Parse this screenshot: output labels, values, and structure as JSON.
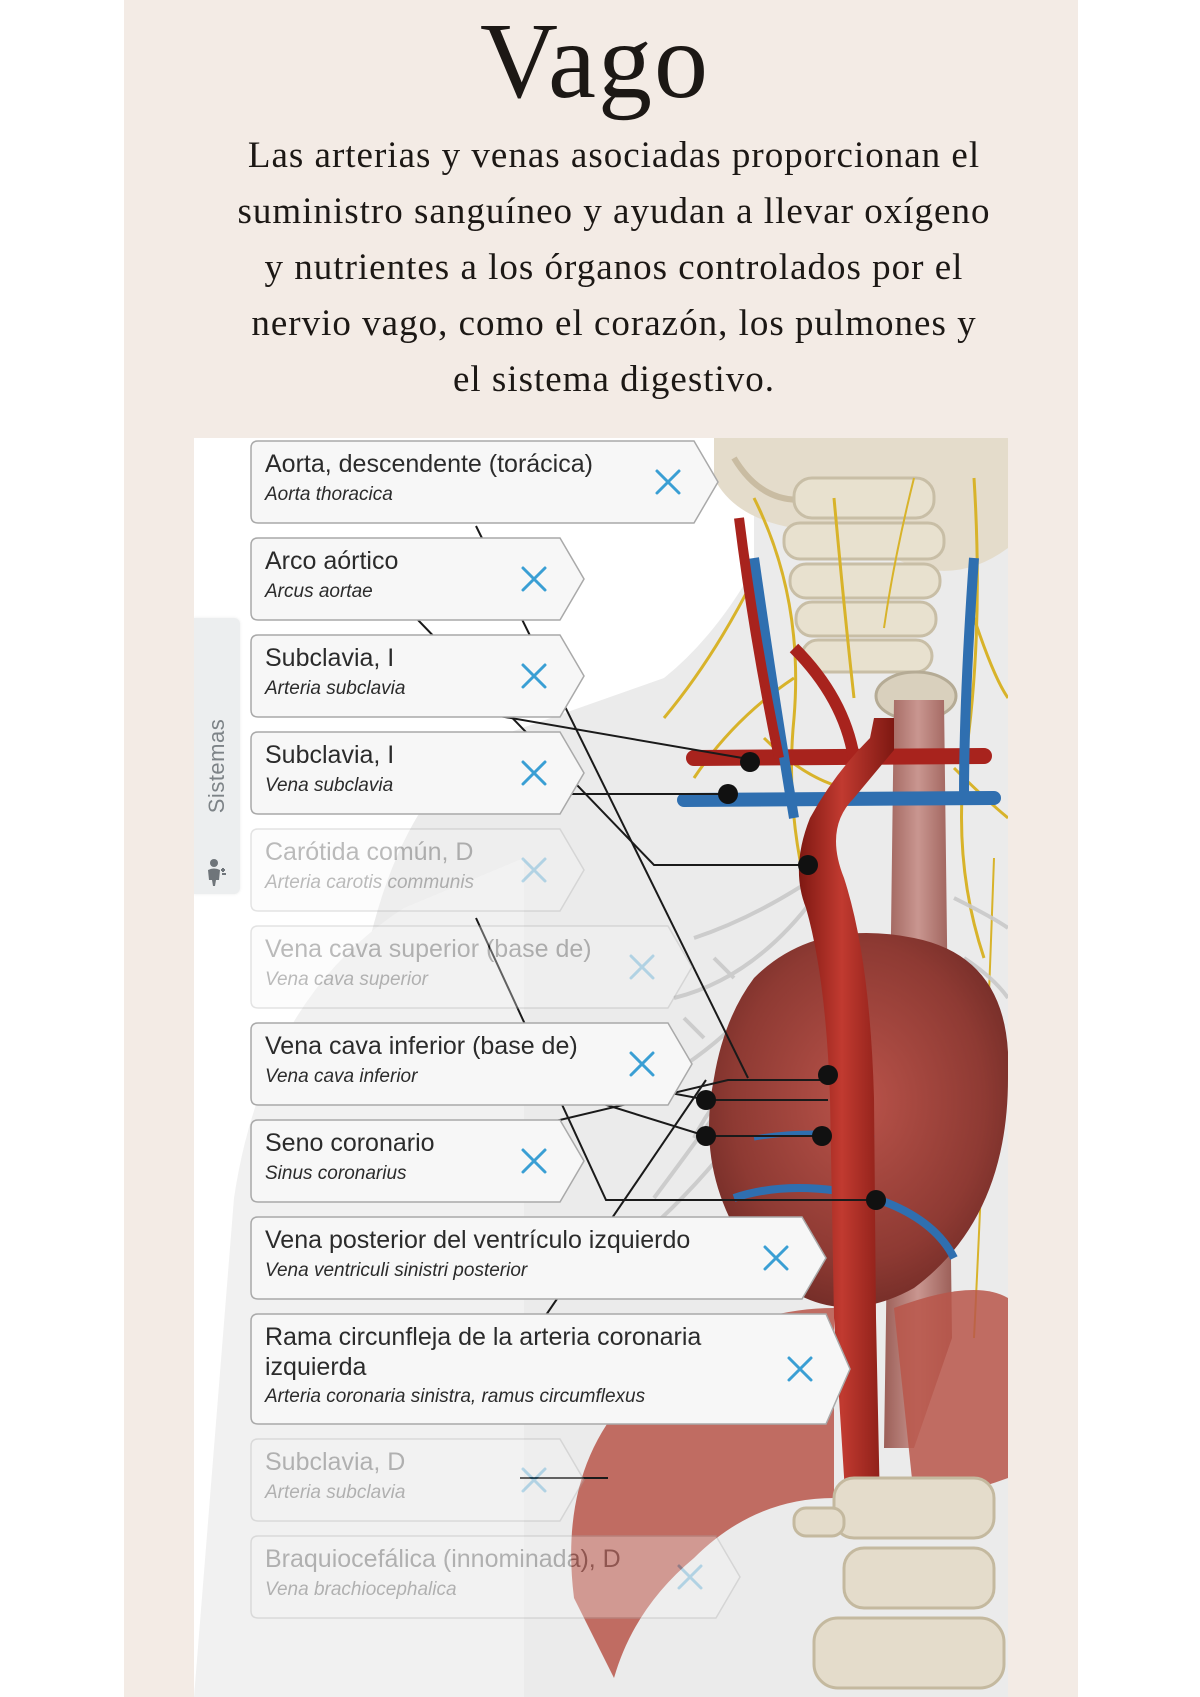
{
  "title": "Vago",
  "subtitle": "Las arterias y venas asociadas proporcionan el suministro sanguíneo y ayudan a llevar oxígeno y nutrientes a los órganos controlados por el nervio vago, como el corazón, los pulmones y el sistema digestivo.",
  "sidebar": {
    "label": "Sistemas",
    "icon": "person-layers-icon"
  },
  "labels": [
    {
      "name": "Aorta, descendente (torácica)",
      "latin": "Aorta thoracica",
      "active": true
    },
    {
      "name": "Arco aórtico",
      "latin": "Arcus aortae",
      "active": true
    },
    {
      "name": "Subclavia, I",
      "latin": "Arteria subclavia",
      "active": true
    },
    {
      "name": "Subclavia, I",
      "latin": "Vena subclavia",
      "active": true
    },
    {
      "name": "Carótida común, D",
      "latin": "Arteria carotis communis",
      "active": false
    },
    {
      "name": "Vena cava superior (base de)",
      "latin": "Vena cava superior",
      "active": false
    },
    {
      "name": "Vena cava inferior (base de)",
      "latin": "Vena cava inferior",
      "active": true
    },
    {
      "name": "Seno coronario",
      "latin": "Sinus coronarius",
      "active": true
    },
    {
      "name": "Vena posterior del ventrículo izquierdo",
      "latin": "Vena ventriculi sinistri posterior",
      "active": true
    },
    {
      "name": "Rama circunfleja de la arteria coronaria izquierda",
      "latin": "Arteria coronaria sinistra, ramus circumflexus",
      "active": true
    },
    {
      "name": "Subclavia, D",
      "latin": "Arteria subclavia",
      "active": false
    },
    {
      "name": "Braquiocefálica (innominada), D",
      "latin": "Vena brachiocephalica",
      "active": false
    }
  ],
  "colors": {
    "page_bg": "#f3ebe5",
    "artery": "#a8231d",
    "vein": "#2f6fb0",
    "nerve": "#d8b32a",
    "close_icon": "#3a9fd4"
  }
}
